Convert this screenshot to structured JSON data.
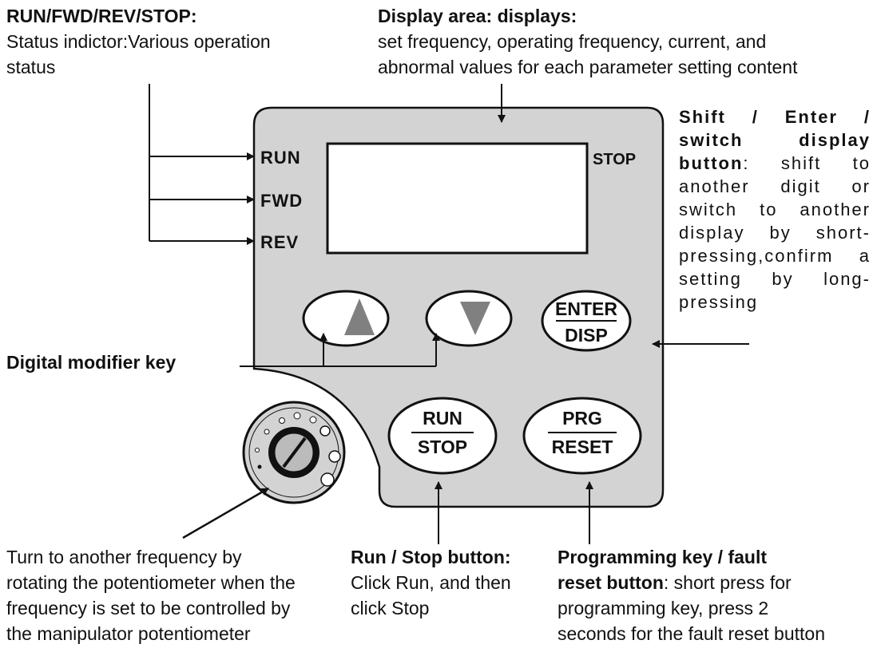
{
  "callouts": {
    "status": {
      "title": "RUN/FWD/REV/STOP:",
      "line1": "Status indictor:Various operation",
      "line2": "status"
    },
    "display": {
      "title": "Display area: displays:",
      "line1": "set frequency, operating frequency, current, and",
      "line2": "abnormal values for each parameter setting content"
    },
    "shift": {
      "title": "Shift / Enter / switch display button",
      "body": ": shift to another digit or switch to another display by short-pressing,confirm a setting by long-pressing"
    },
    "modifier": {
      "title": "Digital modifier key"
    },
    "pot": {
      "line1": "Turn to another frequency by",
      "line2": "rotating the potentiometer when the",
      "line3": "frequency is set to be controlled by",
      "line4": "the manipulator potentiometer"
    },
    "runstop": {
      "title": "Run / Stop button:",
      "line1": "Click Run, and then",
      "line2": "click Stop"
    },
    "prg": {
      "title1": "Programming key / fault",
      "title2": "reset button",
      "line1": ": short press for",
      "line2": "programming key, press 2",
      "line3": "seconds for the fault reset button"
    }
  },
  "panel": {
    "indicators": {
      "run": "RUN",
      "fwd": "FWD",
      "rev": "REV",
      "stop": "STOP"
    },
    "keys": {
      "enter_top": "ENTER",
      "enter_bottom": "DISP",
      "run_top": "RUN",
      "run_bottom": "STOP",
      "prg_top": "PRG",
      "prg_bottom": "RESET"
    },
    "icons": {
      "up": "up-triangle-icon",
      "down": "down-triangle-icon",
      "knob": "potentiometer-knob-icon"
    },
    "colors": {
      "panel": "#d3d3d3",
      "triangle": "#808080",
      "outline": "#111111"
    }
  }
}
